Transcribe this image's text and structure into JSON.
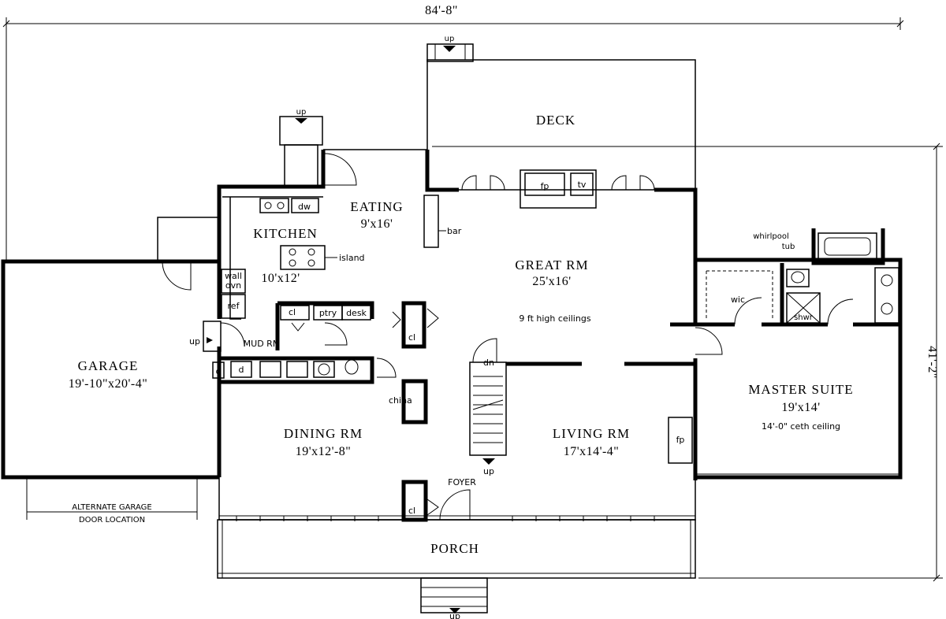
{
  "dimensions": {
    "overall_width": "84'-8\"",
    "overall_depth": "41'-2\""
  },
  "rooms": {
    "deck": "DECK",
    "eating": {
      "name": "EATING",
      "size": "9'x16'"
    },
    "kitchen": {
      "name": "KITCHEN",
      "size": "10'x12'"
    },
    "great_rm": {
      "name": "GREAT RM",
      "size": "25'x16'",
      "note": "9 ft high ceilings"
    },
    "garage": {
      "name": "GARAGE",
      "size": "19'-10\"x20'-4\""
    },
    "dining_rm": {
      "name": "DINING RM",
      "size": "19'x12'-8\""
    },
    "living_rm": {
      "name": "LIVING RM",
      "size": "17'x14'-4\""
    },
    "master_suite": {
      "name": "MASTER SUITE",
      "size": "19'x14'",
      "note": "14'-0\" ceth ceiling"
    },
    "porch": "PORCH",
    "foyer": "FOYER",
    "mud_rm": "MUD RM"
  },
  "fixtures": {
    "up": "up",
    "dn": "dn",
    "bar": "bar",
    "island": "island",
    "dw": "dw",
    "wall_ovn_1": "wall",
    "wall_ovn_2": "ovn",
    "ref": "ref",
    "cl": "cl",
    "ptry": "ptry",
    "desk": "desk",
    "china": "china",
    "fp": "fp",
    "tv": "tv",
    "wic": "wic",
    "whirlpool_1": "whirlpool",
    "whirlpool_2": "tub",
    "shwr": "shwr",
    "d": "d",
    "o": "o"
  },
  "notes": {
    "alt_garage_1": "ALTERNATE GARAGE",
    "alt_garage_2": "DOOR LOCATION"
  }
}
